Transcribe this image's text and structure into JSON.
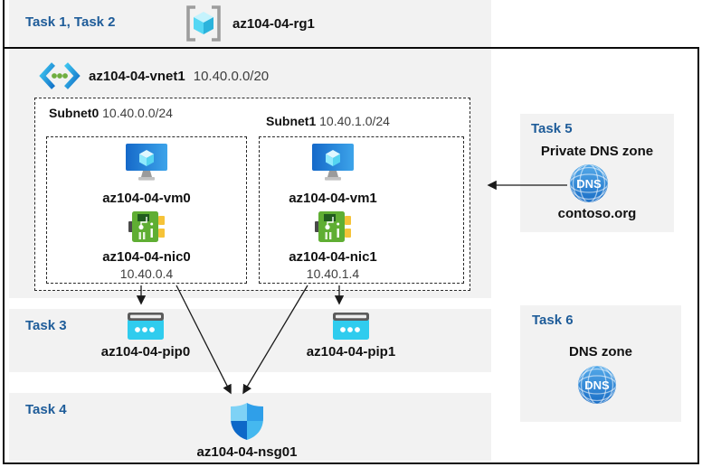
{
  "colors": {
    "accent_blue": "#1E5C99",
    "band_gray": "#F2F2F2",
    "arrow_black": "#1A1A1A",
    "azure_vm_blue": "#1B7FD4",
    "cube_cyan": "#50E6FF",
    "nic_green": "#5FAE33",
    "nic_yellow": "#F6C338",
    "pip_cyan": "#30CCEE",
    "nsg_dark_blue": "#0D68C8",
    "dns_blue": "#2F86D8"
  },
  "icons": {
    "resource_group": "resource-group-icon",
    "vnet": "virtual-network-icon",
    "vm": "virtual-machine-icon",
    "nic": "network-interface-icon",
    "public_ip": "public-ip-icon",
    "nsg": "network-security-group-shield-icon",
    "dns": "dns-zone-globe-icon"
  },
  "header": {
    "tasks_label": "Task 1, Task 2",
    "resource_group_name": "az104-04-rg1"
  },
  "vnet": {
    "name": "az104-04-vnet1",
    "cidr": "10.40.0.0/20",
    "subnets": [
      {
        "name": "Subnet0",
        "cidr": "10.40.0.0/24",
        "vm": "az104-04-vm0",
        "nic": "az104-04-nic0",
        "ip": "10.40.0.4"
      },
      {
        "name": "Subnet1",
        "cidr": "10.40.1.0/24",
        "vm": "az104-04-vm1",
        "nic": "az104-04-nic1",
        "ip": "10.40.1.4"
      }
    ]
  },
  "task3": {
    "label": "Task 3",
    "pip0": "az104-04-pip0",
    "pip1": "az104-04-pip1"
  },
  "task4": {
    "label": "Task 4",
    "nsg": "az104-04-nsg01"
  },
  "task5": {
    "label": "Task 5",
    "title": "Private DNS zone",
    "zone_name": "contoso.org",
    "dns_icon_text": "DNS"
  },
  "task6": {
    "label": "Task 6",
    "title": "DNS zone",
    "dns_icon_text": "DNS"
  }
}
